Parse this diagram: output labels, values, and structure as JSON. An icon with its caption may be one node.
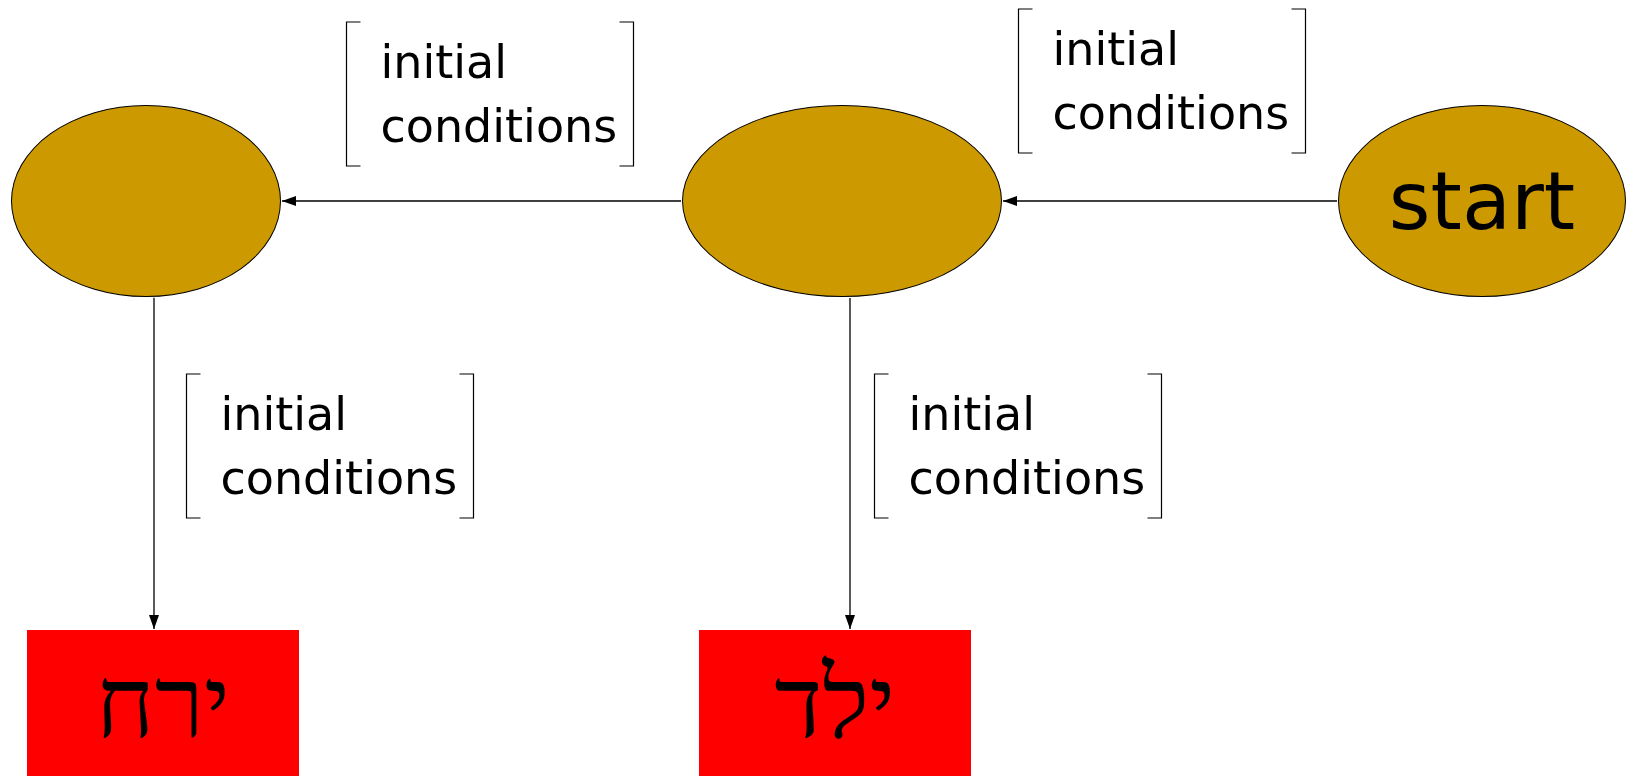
{
  "diagram": {
    "nodes": [
      {
        "text": [],
        "shape": "circle"
      },
      {
        "text": [],
        "shape": "circle"
      },
      {
        "text": [
          "start"
        ]
      },
      {
        "text": [
          "ירח"
        ]
      },
      {
        "text": [
          "ילד"
        ]
      }
    ],
    "edges": [
      {
        "from": 2,
        "to": 1,
        "arrow": "to",
        "label": "initial conditions"
      },
      {
        "from": 1,
        "to": 0,
        "arrow": "to",
        "label": "initial conditions"
      },
      {
        "from": 0,
        "to": 3,
        "arrow": "to",
        "label": "initial conditions"
      },
      {
        "from": 1,
        "to": 4,
        "arrow": "to",
        "label": "initial conditions"
      }
    ]
  }
}
